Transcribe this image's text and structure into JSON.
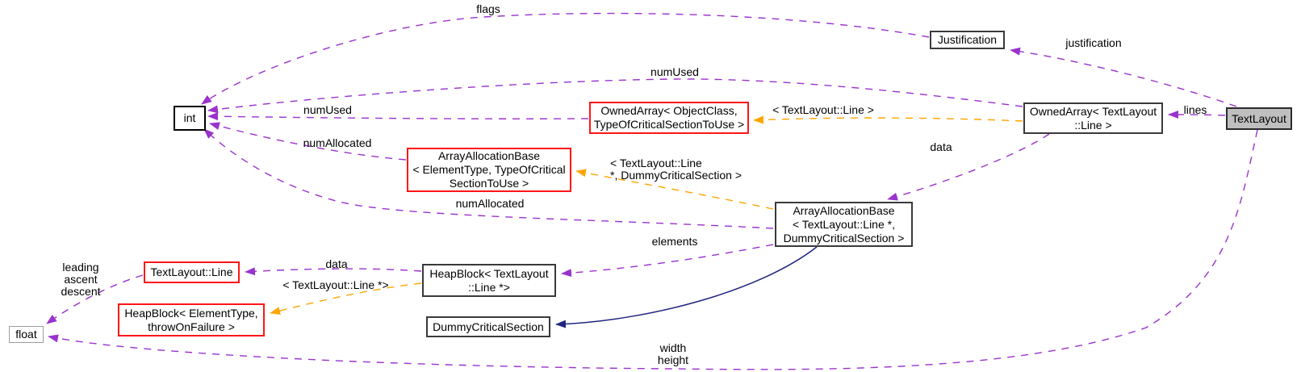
{
  "diagram_type": "doxygen-collaboration-graph",
  "colors": {
    "usage_edge": "#9a32cd",
    "template_edge": "#ffa500",
    "inheritance_edge": "#20247e",
    "truncated_node_border": "#fe1616",
    "node_border": "#3a3a3a",
    "current_node_fill": "#bfbfbf",
    "undocumented_node_border": "#9e9e9e",
    "background": "#ffffff"
  },
  "nodes": {
    "int": {
      "label": "int"
    },
    "float": {
      "label": "float"
    },
    "justification": {
      "label": "Justification"
    },
    "owned_array_objectclass": {
      "label": "OwnedArray< ObjectClass,\nTypeOfCriticalSectionToUse >"
    },
    "owned_array_line": {
      "label": "OwnedArray< TextLayout\n::Line >"
    },
    "textlayout": {
      "label": "TextLayout"
    },
    "aab_generic": {
      "label": "ArrayAllocationBase\n< ElementType, TypeOfCritical\nSectionToUse >"
    },
    "aab_line": {
      "label": "ArrayAllocationBase\n< TextLayout::Line *,\nDummyCriticalSection >"
    },
    "heapblock_line": {
      "label": "HeapBlock< TextLayout\n::Line *>"
    },
    "heapblock_generic": {
      "label": "HeapBlock< ElementType,\nthrowOnFailure >"
    },
    "dummy_critical_section": {
      "label": "DummyCriticalSection"
    },
    "textlayout_line": {
      "label": "TextLayout::Line"
    }
  },
  "labels": {
    "flags": "flags",
    "justification": "justification",
    "lines": "lines",
    "num_used_top": "numUsed",
    "num_used_left": "numUsed",
    "num_allocated_left": "numAllocated",
    "num_allocated_mid": "numAllocated",
    "data_right": "data",
    "data_left": "data",
    "elements": "elements",
    "template_line": "< TextLayout::Line >",
    "template_line_dummy": "< TextLayout::Line\n*, DummyCriticalSection >",
    "template_line_ptr": "< TextLayout::Line *>",
    "leading_ascent_descent": "leading\nascent\ndescent",
    "width_height": "width\nheight"
  },
  "edges": [
    {
      "from": "TextLayout",
      "to": "Justification",
      "label": "justification",
      "type": "usage"
    },
    {
      "from": "Justification",
      "to": "int",
      "label": "flags",
      "type": "usage"
    },
    {
      "from": "TextLayout",
      "to": "OwnedArray< TextLayout::Line >",
      "label": "lines",
      "type": "usage"
    },
    {
      "from": "OwnedArray< TextLayout::Line >",
      "to": "int",
      "label": "numUsed",
      "type": "usage"
    },
    {
      "from": "OwnedArray< ObjectClass, TypeOfCriticalSectionToUse >",
      "to": "int",
      "label": "numUsed",
      "type": "usage"
    },
    {
      "from": "OwnedArray< TextLayout::Line >",
      "to": "OwnedArray< ObjectClass, TypeOfCriticalSectionToUse >",
      "label": "< TextLayout::Line >",
      "type": "template-instance"
    },
    {
      "from": "ArrayAllocationBase< ElementType, TypeOfCriticalSectionToUse >",
      "to": "int",
      "label": "numAllocated",
      "type": "usage"
    },
    {
      "from": "ArrayAllocationBase< TextLayout::Line *, DummyCriticalSection >",
      "to": "int",
      "label": "numAllocated",
      "type": "usage"
    },
    {
      "from": "ArrayAllocationBase< TextLayout::Line *, DummyCriticalSection >",
      "to": "ArrayAllocationBase< ElementType, TypeOfCriticalSectionToUse >",
      "label": "< TextLayout::Line *, DummyCriticalSection >",
      "type": "template-instance"
    },
    {
      "from": "OwnedArray< TextLayout::Line >",
      "to": "ArrayAllocationBase< TextLayout::Line *, DummyCriticalSection >",
      "label": "data",
      "type": "usage"
    },
    {
      "from": "ArrayAllocationBase< TextLayout::Line *, DummyCriticalSection >",
      "to": "HeapBlock< TextLayout::Line *>",
      "label": "elements",
      "type": "usage"
    },
    {
      "from": "ArrayAllocationBase< TextLayout::Line *, DummyCriticalSection >",
      "to": "DummyCriticalSection",
      "label": "",
      "type": "inheritance"
    },
    {
      "from": "HeapBlock< TextLayout::Line *>",
      "to": "TextLayout::Line",
      "label": "data",
      "type": "usage"
    },
    {
      "from": "HeapBlock< TextLayout::Line *>",
      "to": "HeapBlock< ElementType, throwOnFailure >",
      "label": "< TextLayout::Line *>",
      "type": "template-instance"
    },
    {
      "from": "TextLayout::Line",
      "to": "float",
      "label": "leading ascent descent",
      "type": "usage"
    },
    {
      "from": "TextLayout",
      "to": "float",
      "label": "width height",
      "type": "usage"
    }
  ]
}
